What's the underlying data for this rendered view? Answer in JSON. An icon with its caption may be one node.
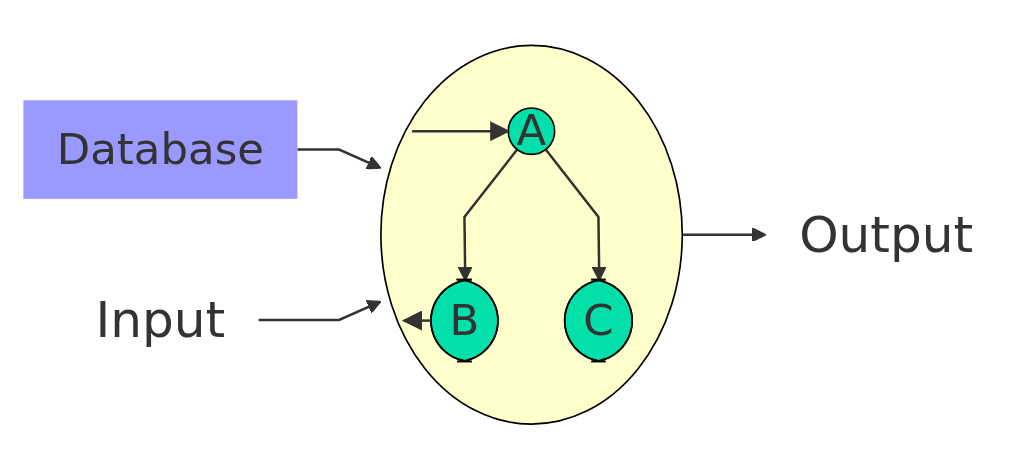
{
  "diagram": {
    "nodes": [
      {
        "text": [
          "Database"
        ]
      },
      {
        "text": [
          "Input"
        ]
      },
      {
        "text": [],
        "shape": "ellipse"
      },
      {
        "text": [
          "A"
        ],
        "in": 2
      },
      {
        "text": [
          "B"
        ],
        "in": 2
      },
      {
        "text": [
          "C"
        ],
        "in": 2
      },
      {
        "text": [
          "Output"
        ]
      }
    ],
    "edges": [
      {
        "from": 0,
        "to": 2,
        "arrow": "to"
      },
      {
        "from": 1,
        "to": 2,
        "arrow": "to"
      },
      {
        "from": 2,
        "to": 3,
        "arrow": "to"
      },
      {
        "from": 3,
        "to": 4,
        "arrow": "to"
      },
      {
        "from": 3,
        "to": 5,
        "arrow": "to"
      },
      {
        "from": 4,
        "to": 2,
        "arrow": "to"
      },
      {
        "from": 2,
        "to": 6,
        "arrow": "to"
      }
    ]
  }
}
